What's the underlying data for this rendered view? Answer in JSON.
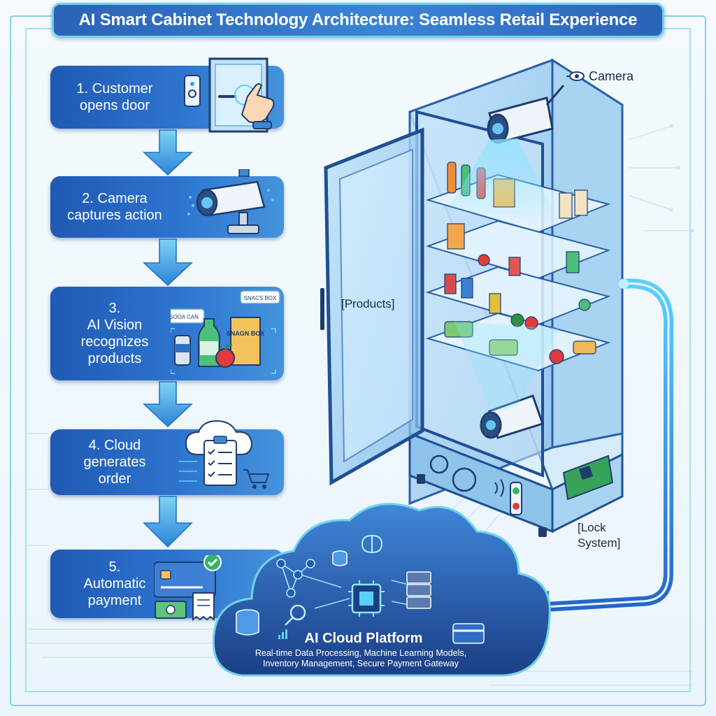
{
  "title": "AI Smart Cabinet Technology Architecture: Seamless Retail Experience",
  "steps": [
    {
      "label": "1. Customer\nopens door",
      "icon": "door-touch-icon"
    },
    {
      "label": "2. Camera\ncaptures action",
      "icon": "security-camera-icon"
    },
    {
      "label": "3.\nAI Vision\nrecognizes\nproducts",
      "icon": "products-recognition-icon"
    },
    {
      "label": "4. Cloud\ngenerates\norder",
      "icon": "cloud-order-icon"
    },
    {
      "label": "5.\nAutomatic\npayment",
      "icon": "payment-icon"
    }
  ],
  "recognition_tags": [
    "SOOA CAN",
    "SNACS BOX"
  ],
  "snack_box_text": "SNAGN BOX",
  "cabinet": {
    "camera_label": "Camera",
    "products_label": "[Products]",
    "lock_label": "[Lock\nSystem]"
  },
  "cloud": {
    "title": "AI Cloud Platform",
    "subtitle": "Real-time Data Processing, Machine Learning Models,\nInventory Management, Secure Payment Gateway"
  },
  "colors": {
    "primary": "#2a63b8",
    "accent": "#6fd3e8",
    "arrow": "#3a9ee6",
    "cabinet_glass": "#a8d4f2"
  }
}
